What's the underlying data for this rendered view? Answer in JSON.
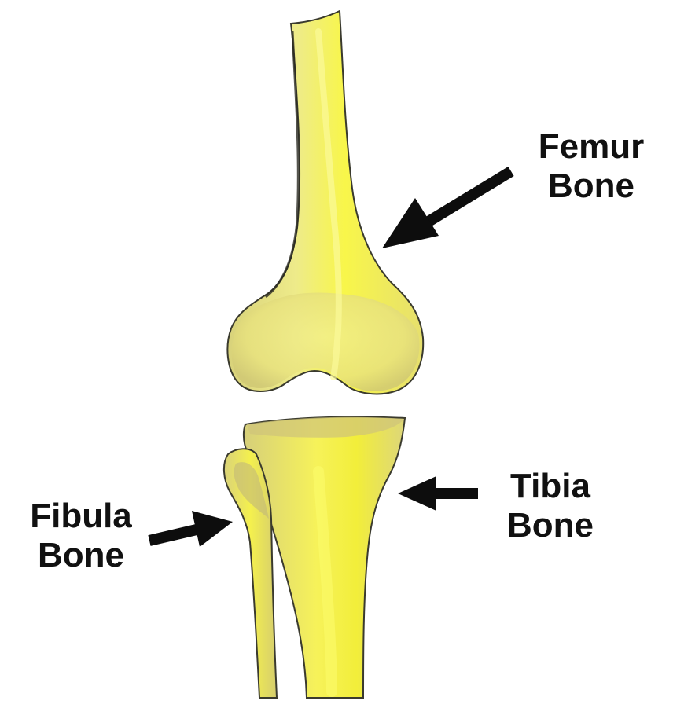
{
  "labels": {
    "femur": {
      "line1": "Femur",
      "line2": "Bone"
    },
    "tibia": {
      "line1": "Tibia",
      "line2": "Bone"
    },
    "fibula": {
      "line1": "Fibula",
      "line2": "Bone"
    }
  },
  "colors": {
    "bone_fill": "#ece47a",
    "bone_highlight": "#f6f23a",
    "bone_shadow": "#c9c26a",
    "bone_outline": "#3a3a2e",
    "arrow": "#0d0d0d",
    "text": "#111111",
    "background": "#ffffff"
  }
}
